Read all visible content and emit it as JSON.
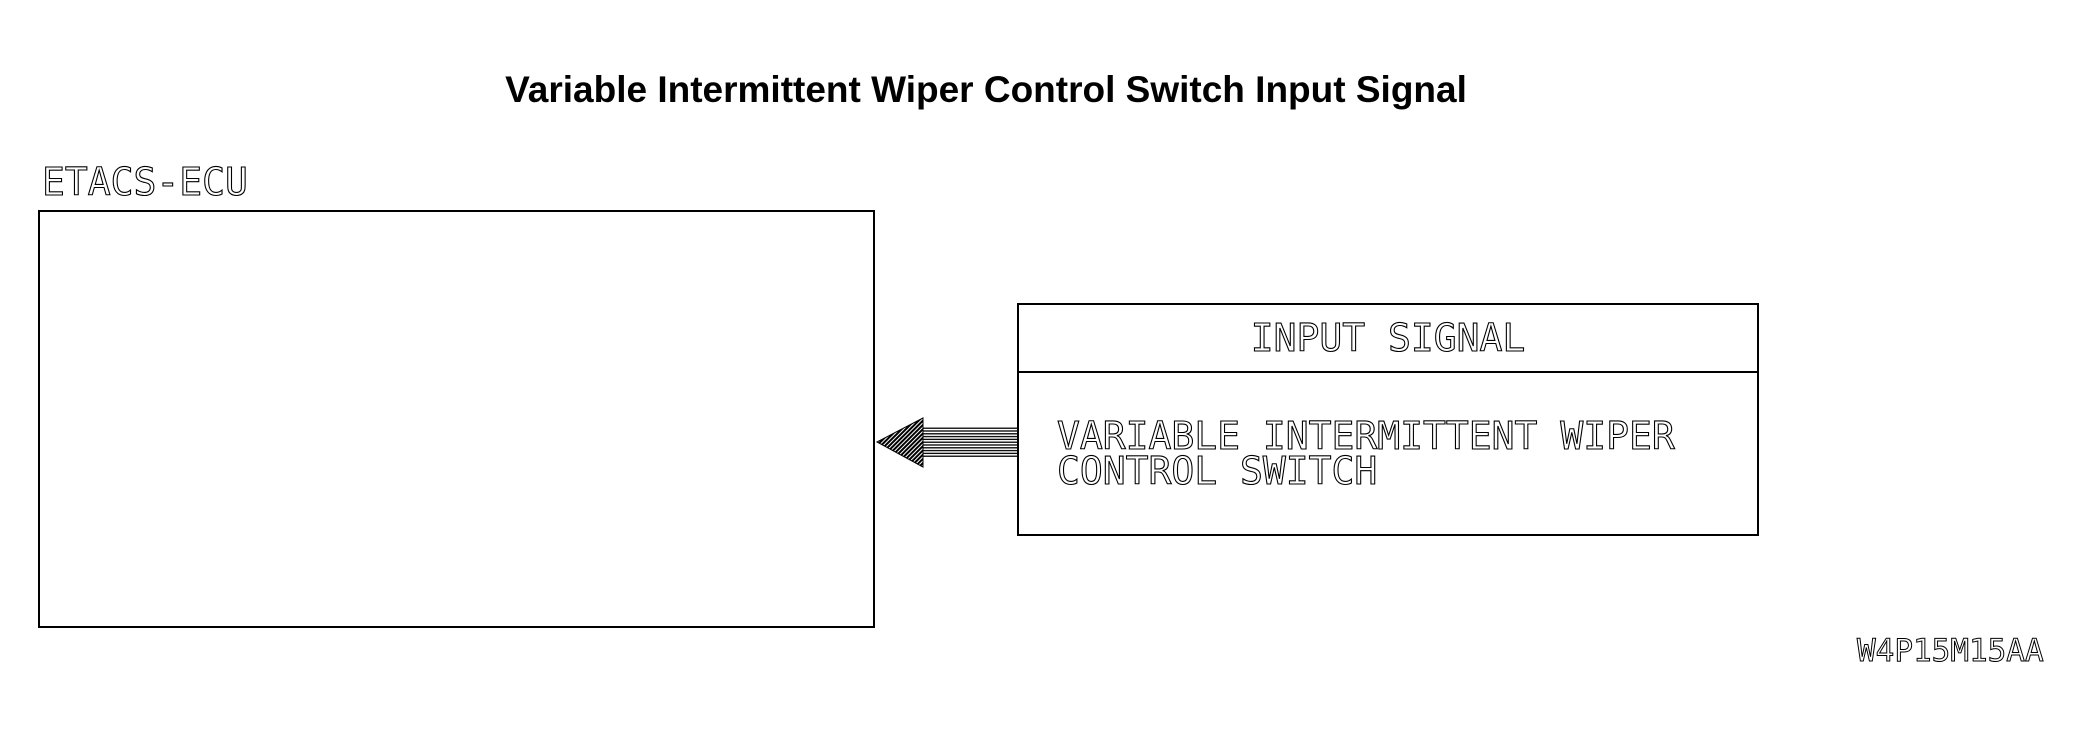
{
  "title": "Variable Intermittent Wiper Control Switch Input Signal",
  "diagram": {
    "ecu_label": "ETACS-ECU",
    "input_box": {
      "header": "INPUT SIGNAL",
      "lines": [
        "VARIABLE INTERMITTENT WIPER",
        "CONTROL SWITCH"
      ]
    },
    "arrow": {
      "direction": "left"
    },
    "code": "W4P15M15AA"
  },
  "colors": {
    "background": "#ffffff",
    "line": "#000000",
    "text": "#000000"
  }
}
